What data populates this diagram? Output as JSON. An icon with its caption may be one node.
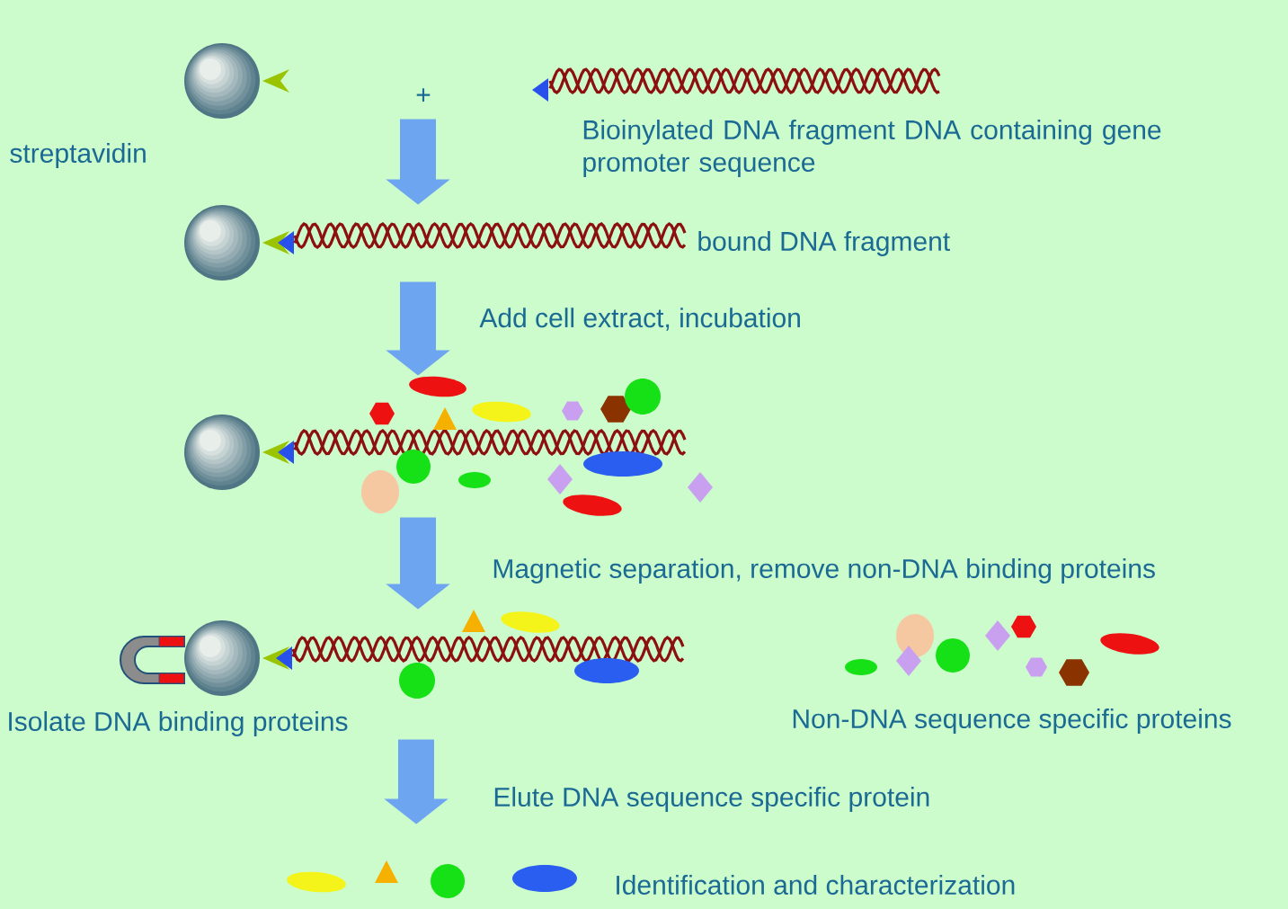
{
  "diagram": {
    "nodes": [
      {
        "text": [],
        "shape": "picture"
      },
      {
        "text": [],
        "shape": "picture",
        "beside": [
          "bound DNA fragment"
        ]
      },
      {
        "text": [],
        "shape": "picture"
      },
      {
        "text": [
          "Isolate DNA binding proteins"
        ]
      },
      {
        "text": [],
        "shape": "picture",
        "beside": [
          "Non-DNA sequence specific proteins"
        ]
      },
      {
        "text": [],
        "shape": "picture",
        "beside": [
          "Identification and characterization"
        ]
      }
    ],
    "edges": [
      {
        "from": 0,
        "to": 1,
        "arrow": "to"
      },
      {
        "from": 1,
        "to": 2,
        "arrow": "to",
        "label": "Add cell extract, incubation"
      },
      {
        "from": 2,
        "to": 3,
        "arrow": "to",
        "label": "Magnetic separation, remove non-DNA binding proteins"
      },
      {
        "from": 3,
        "to": 5,
        "arrow": "to",
        "label": "Elute DNA sequence specific protein"
      }
    ],
    "labels": [
      "+",
      "Bioinylated DNA fragment DNA containing gene promoter sequence",
      "streptavidin"
    ]
  }
}
